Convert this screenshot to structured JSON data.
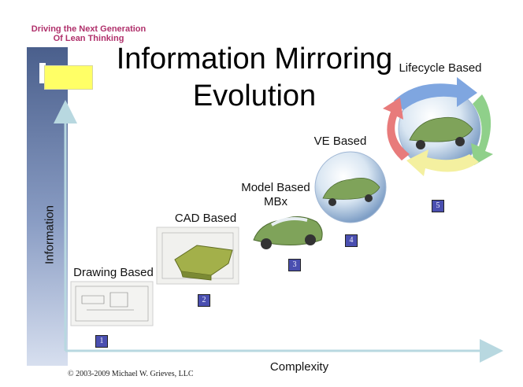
{
  "tagline": "Driving the Next Generation\nOf Lean Thinking",
  "title": "Information Mirroring\nEvolution",
  "axes": {
    "y_label": "Information",
    "x_label": "Complexity"
  },
  "stages": [
    {
      "label": "Drawing Based",
      "number": "1"
    },
    {
      "label": "CAD Based",
      "number": "2"
    },
    {
      "label": "Model Based\nMBx",
      "number": "3"
    },
    {
      "label": "VE Based",
      "number": "4"
    },
    {
      "label": "Lifecycle Based",
      "number": "5"
    }
  ],
  "copyright": "© 2003-2009 Michael W. Grieves, LLC",
  "colors": {
    "tagline": "#b0306b",
    "sidebar": "#4a5f8c",
    "badge": "#4a4fb0",
    "axis": "#b8d8e0",
    "car": "#7fa35a"
  },
  "cycle_arrow_colors": [
    "#7fa6e0",
    "#8fd08a",
    "#f4f0a0",
    "#e87b7b"
  ]
}
